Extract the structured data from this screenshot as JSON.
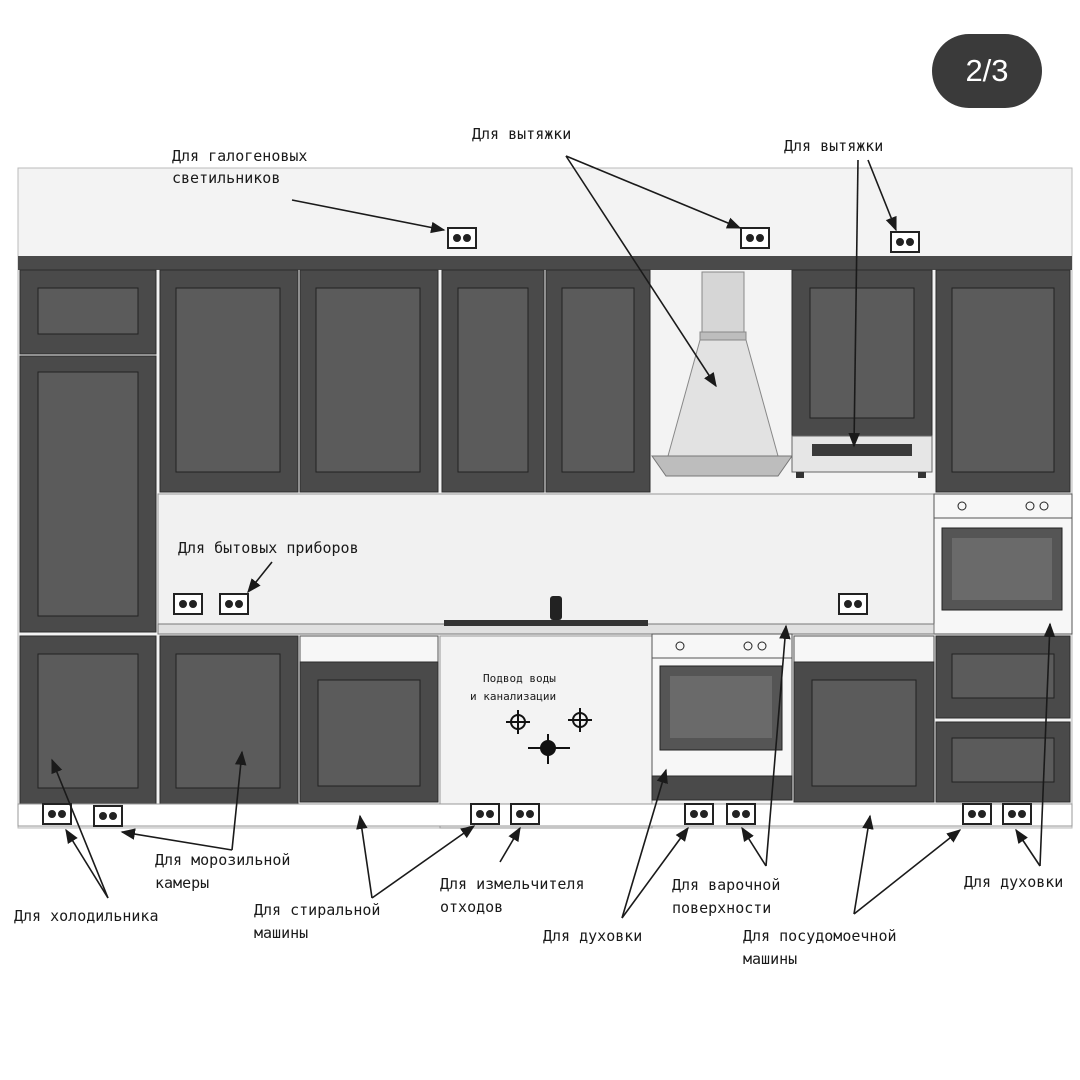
{
  "page_counter": "2/3",
  "labels": {
    "halogen": [
      "Для галогеновых",
      "светильников"
    ],
    "hood_center": "Для вытяжки",
    "hood_right": "Для вытяжки",
    "appliances": "Для бытовых приборов",
    "freezer": [
      "Для морозильной",
      "камеры"
    ],
    "fridge": "Для холодильника",
    "washer": [
      "Для стиральной",
      "машины"
    ],
    "disposer": [
      "Для измельчителя",
      "отходов"
    ],
    "oven_bottom": "Для духовки",
    "cooktop": [
      "Для варочной",
      "поверхности"
    ],
    "dishwasher": [
      "Для посудомоечной",
      "машины"
    ],
    "oven_right": "Для духовки",
    "water": [
      "Подвод воды",
      "и канализации"
    ]
  },
  "colors": {
    "cabinet": "#4a4a4a",
    "panel_inner": "#5b5b5b",
    "wall": "#f3f3f3",
    "line": "#1a1a1a",
    "badge": "#3a3a3a"
  }
}
